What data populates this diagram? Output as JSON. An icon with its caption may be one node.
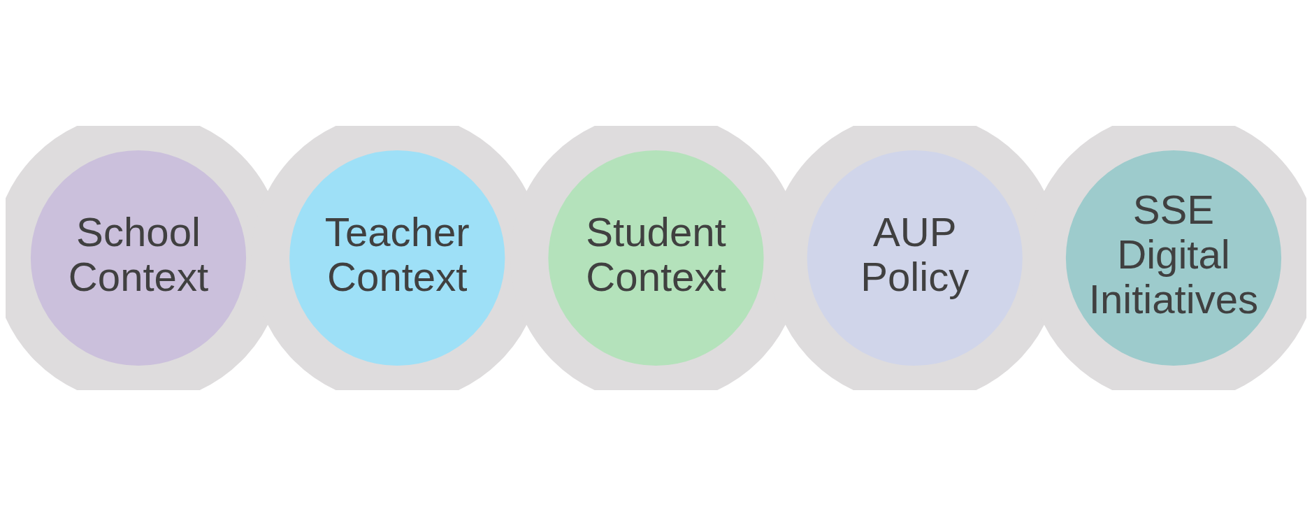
{
  "diagram": {
    "nodes": [
      {
        "text": [
          "School Context"
        ]
      },
      {
        "text": [
          "Teacher Context"
        ]
      },
      {
        "text": [
          "Student Context"
        ]
      },
      {
        "text": [
          "AUP Policy"
        ]
      },
      {
        "text": [
          "SSE Digital Initiatives"
        ]
      }
    ]
  }
}
